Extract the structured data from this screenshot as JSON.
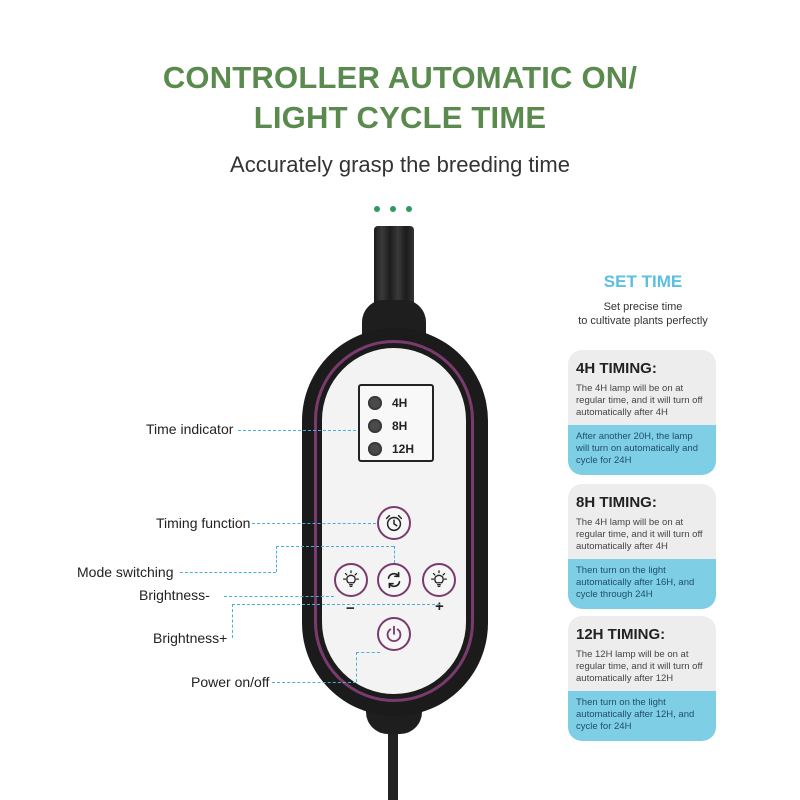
{
  "header": {
    "title_line1": "CONTROLLER AUTOMATIC ON/",
    "title_line2": "LIGHT CYCLE TIME",
    "subtitle": "Accurately grasp the breeding time"
  },
  "controller": {
    "indicators": [
      "4H",
      "8H",
      "12H"
    ],
    "minus_sign": "−",
    "plus_sign": "+"
  },
  "callouts": {
    "time_indicator": "Time indicator",
    "timing_function": "Timing function",
    "mode_switching": "Mode switching",
    "brightness_minus": "Brightness-",
    "brightness_plus": "Brightness+",
    "power": "Power on/off"
  },
  "set_time": {
    "title": "SET TIME",
    "line1": "Set precise time",
    "line2": "to cultivate plants perfectly"
  },
  "cards": [
    {
      "heading": "4H TIMING:",
      "desc": "The 4H lamp will be on at regular time, and it will turn off automatically after 4H",
      "note": "After another 20H, the lamp will turn on automatically and cycle for 24H"
    },
    {
      "heading": "8H TIMING:",
      "desc": "The 4H lamp will be on at regular time, and it will turn off automatically after 4H",
      "note": "Then turn on the light automatically after 16H, and cycle through 24H"
    },
    {
      "heading": "12H TIMING:",
      "desc": "The 12H lamp will be on at regular time, and it will turn off automatically after 12H",
      "note": "Then turn on the light automatically after 12H, and cycle for 24H"
    }
  ],
  "colors": {
    "title_green": "#5a8a4e",
    "accent_blue": "#5bbfe0",
    "note_blue": "#7ecfe6",
    "button_ring": "#7a3a6e"
  }
}
